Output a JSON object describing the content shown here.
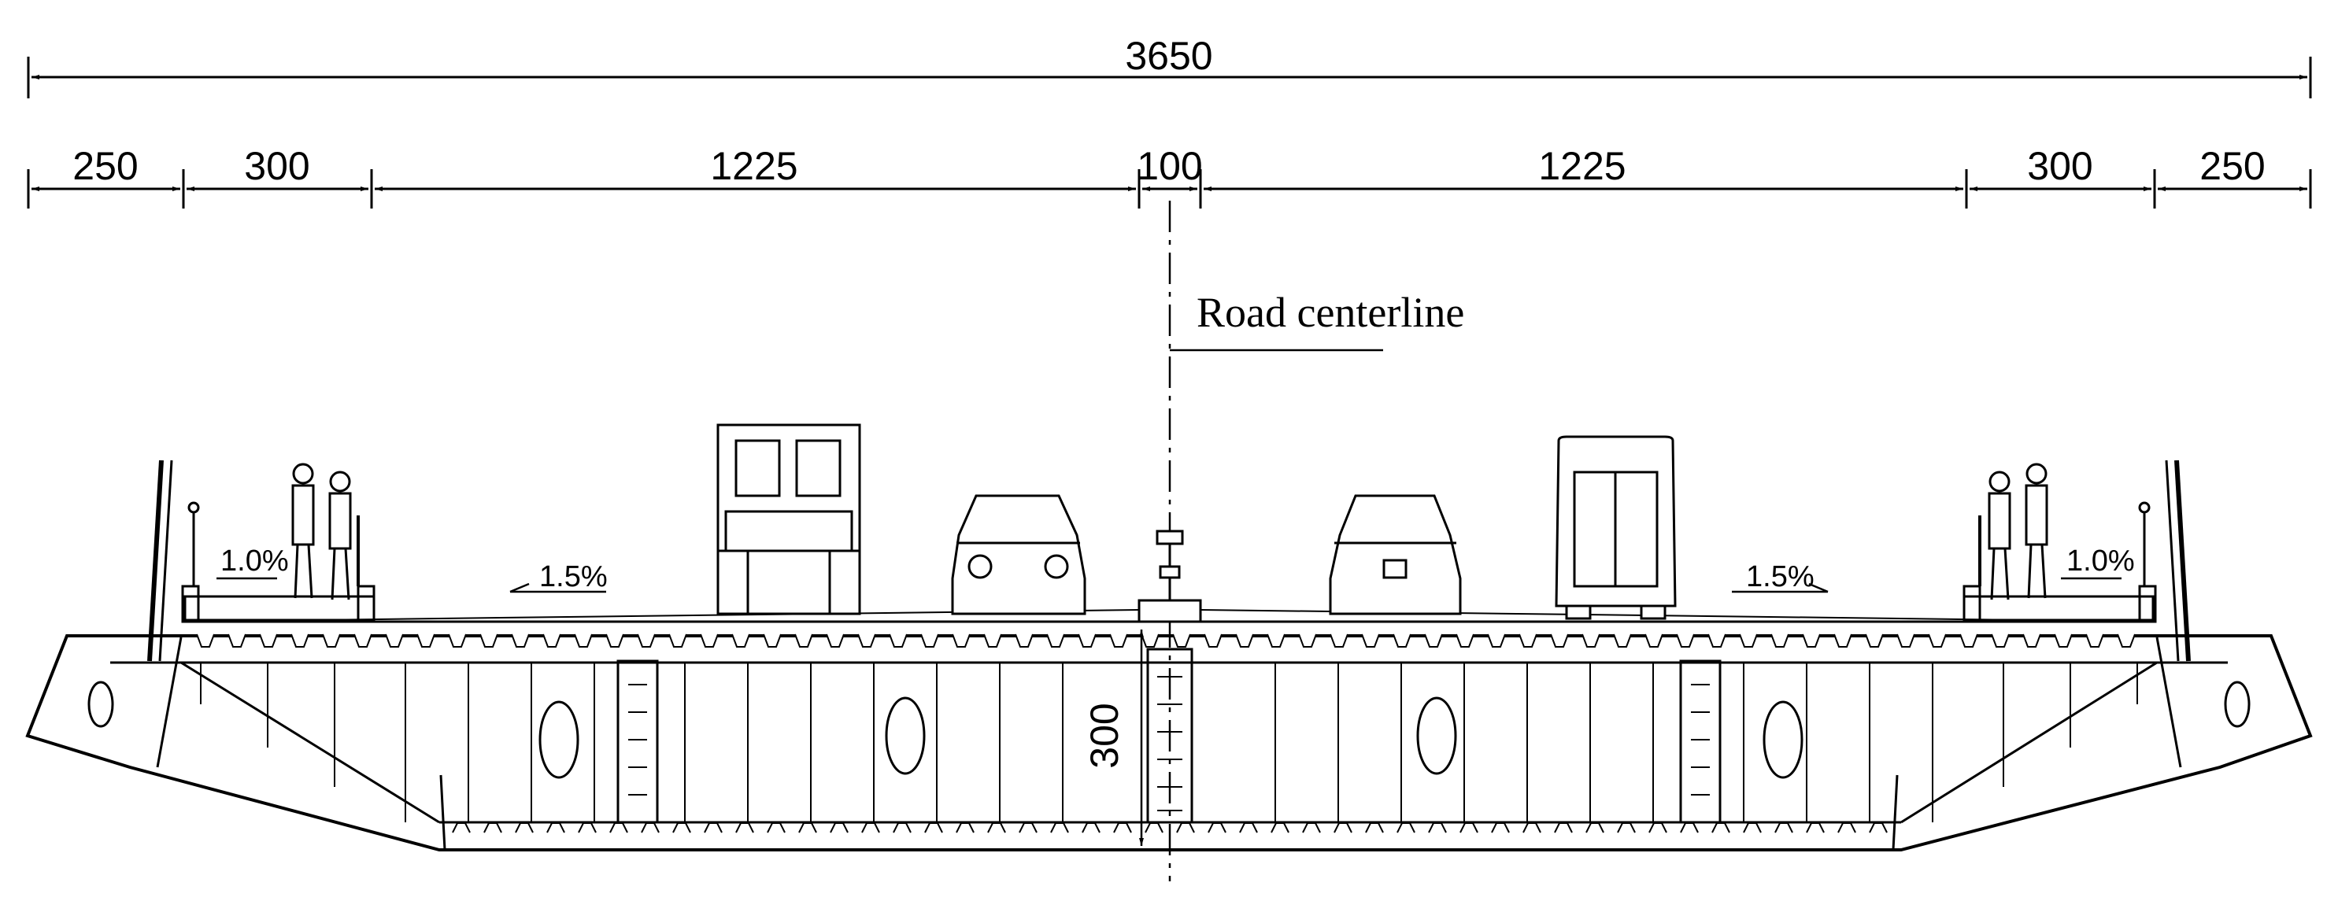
{
  "dimensions": {
    "overall": "3650",
    "segments": [
      "250",
      "300",
      "1225",
      "100",
      "1225",
      "300",
      "250"
    ],
    "girder_depth": "300"
  },
  "labels": {
    "centerline": "Road centerline"
  },
  "slopes": {
    "sidewalk_left": "1.0%",
    "roadway_left": "1.5%",
    "roadway_right": "1.5%",
    "sidewalk_right": "1.0%"
  }
}
